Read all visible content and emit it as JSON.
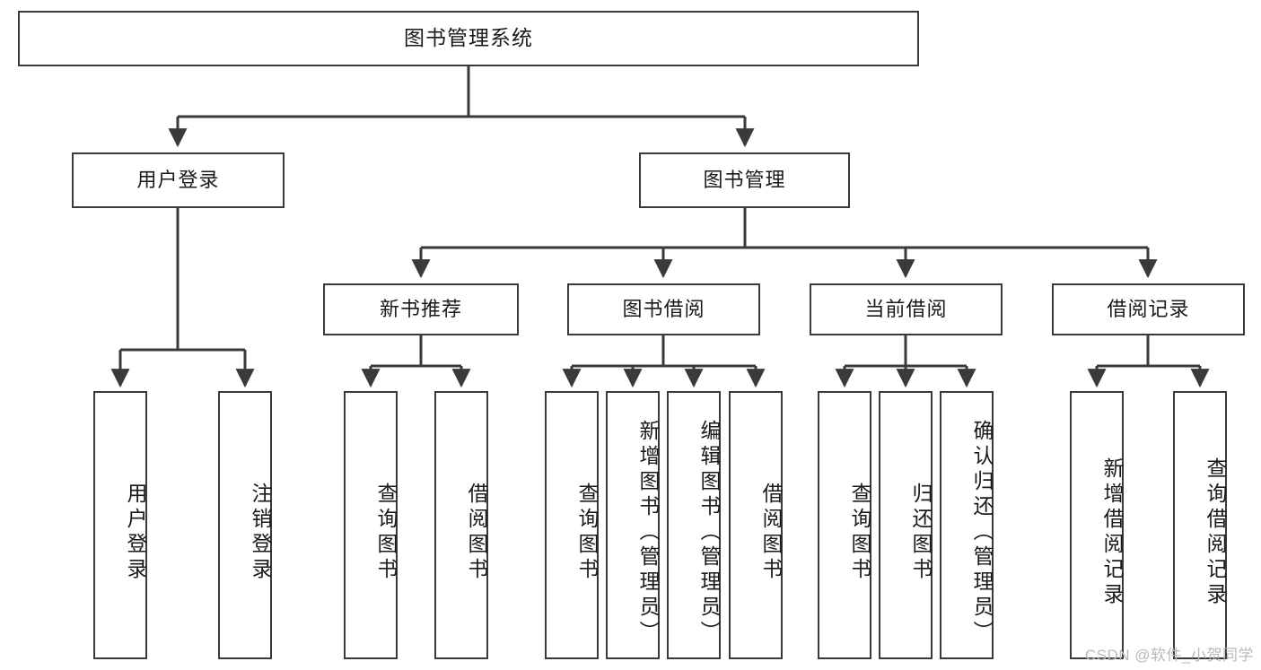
{
  "diagram": {
    "title": "图书管理系统",
    "type": "tree-hierarchy",
    "stroke_color": "#3a3a3a",
    "fill_color": "#ffffff",
    "text_color": "#1a1a1a"
  },
  "root": {
    "label": "图书管理系统"
  },
  "level2": [
    {
      "label": "用户登录"
    },
    {
      "label": "图书管理"
    }
  ],
  "level3": [
    {
      "label": "新书推荐"
    },
    {
      "label": "图书借阅"
    },
    {
      "label": "当前借阅"
    },
    {
      "label": "借阅记录"
    }
  ],
  "leaves": {
    "user_login": [
      {
        "label": "用户登录"
      },
      {
        "label": "注销登录"
      }
    ],
    "new_book_recommend": [
      {
        "label": "查询图书"
      },
      {
        "label": "借阅图书"
      }
    ],
    "book_borrow": [
      {
        "label": "查询图书"
      },
      {
        "label": "新增图书（管理员）"
      },
      {
        "label": "编辑图书（管理员）"
      },
      {
        "label": "借阅图书"
      }
    ],
    "current_borrow": [
      {
        "label": "查询图书"
      },
      {
        "label": "归还图书"
      },
      {
        "label": "确认归还（管理员）"
      }
    ],
    "borrow_record": [
      {
        "label": "新增借阅记录"
      },
      {
        "label": "查询借阅记录"
      }
    ]
  },
  "watermark": {
    "text": "CSDN @软件_小贺同学"
  }
}
